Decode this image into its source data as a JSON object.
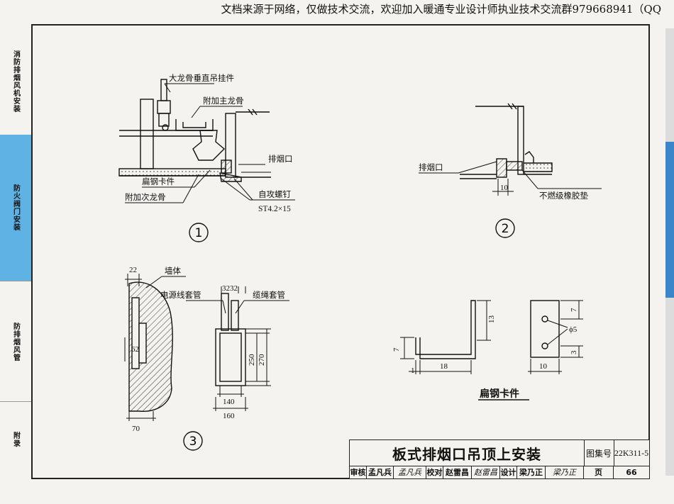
{
  "banner": "文档来源于网络，仅做技术交流，欢迎加入暖通专业设计师执业技术交流群979668941（QQ",
  "sidebar": {
    "items": [
      {
        "label": "消防排烟风机安装"
      },
      {
        "label": "防火阀门安装"
      },
      {
        "label": "防排烟风管"
      },
      {
        "label": "附录"
      }
    ]
  },
  "detail1": {
    "labels": {
      "hanger": "大龙骨垂直吊挂件",
      "main_keel": "附加主龙骨",
      "outlet": "排烟口",
      "clip": "扁钢卡件",
      "sub_keel": "附加次龙骨",
      "screw": "自攻螺钉",
      "screw_spec": "ST4.2×15"
    },
    "number": "1"
  },
  "detail2": {
    "labels": {
      "outlet": "排烟口",
      "gasket": "不燃级橡胶垫",
      "dim": "10"
    },
    "number": "2"
  },
  "detail3": {
    "labels": {
      "wall": "墙体",
      "power_tube": "电源线套管",
      "cable_tube": "缆绳套管",
      "d22": "22",
      "d62": "62",
      "d70": "70",
      "d3232": "3232",
      "d250": "250",
      "d270": "270",
      "d140": "140",
      "d160": "160"
    },
    "number": "3"
  },
  "clip_detail": {
    "title": "扁钢卡件",
    "dims": {
      "d13": "13",
      "d7a": "7",
      "d1": "1",
      "d18": "18",
      "d7b": "7",
      "d5": "ϕ5",
      "d3": "3",
      "d10": "10"
    }
  },
  "titleblock": {
    "title": "板式排烟口吊顶上安装",
    "atlas_label": "图集号",
    "atlas_no": "22K311-5",
    "review_label": "审核",
    "review_name": "孟凡兵",
    "review_sig": "孟凡兵",
    "check_label": "校对",
    "check_name": "赵雷昌",
    "check_sig": "赵雷昌",
    "design_label": "设计",
    "design_name": "梁乃正",
    "design_sig": "梁乃正",
    "page_label": "页",
    "page_no": "66"
  }
}
